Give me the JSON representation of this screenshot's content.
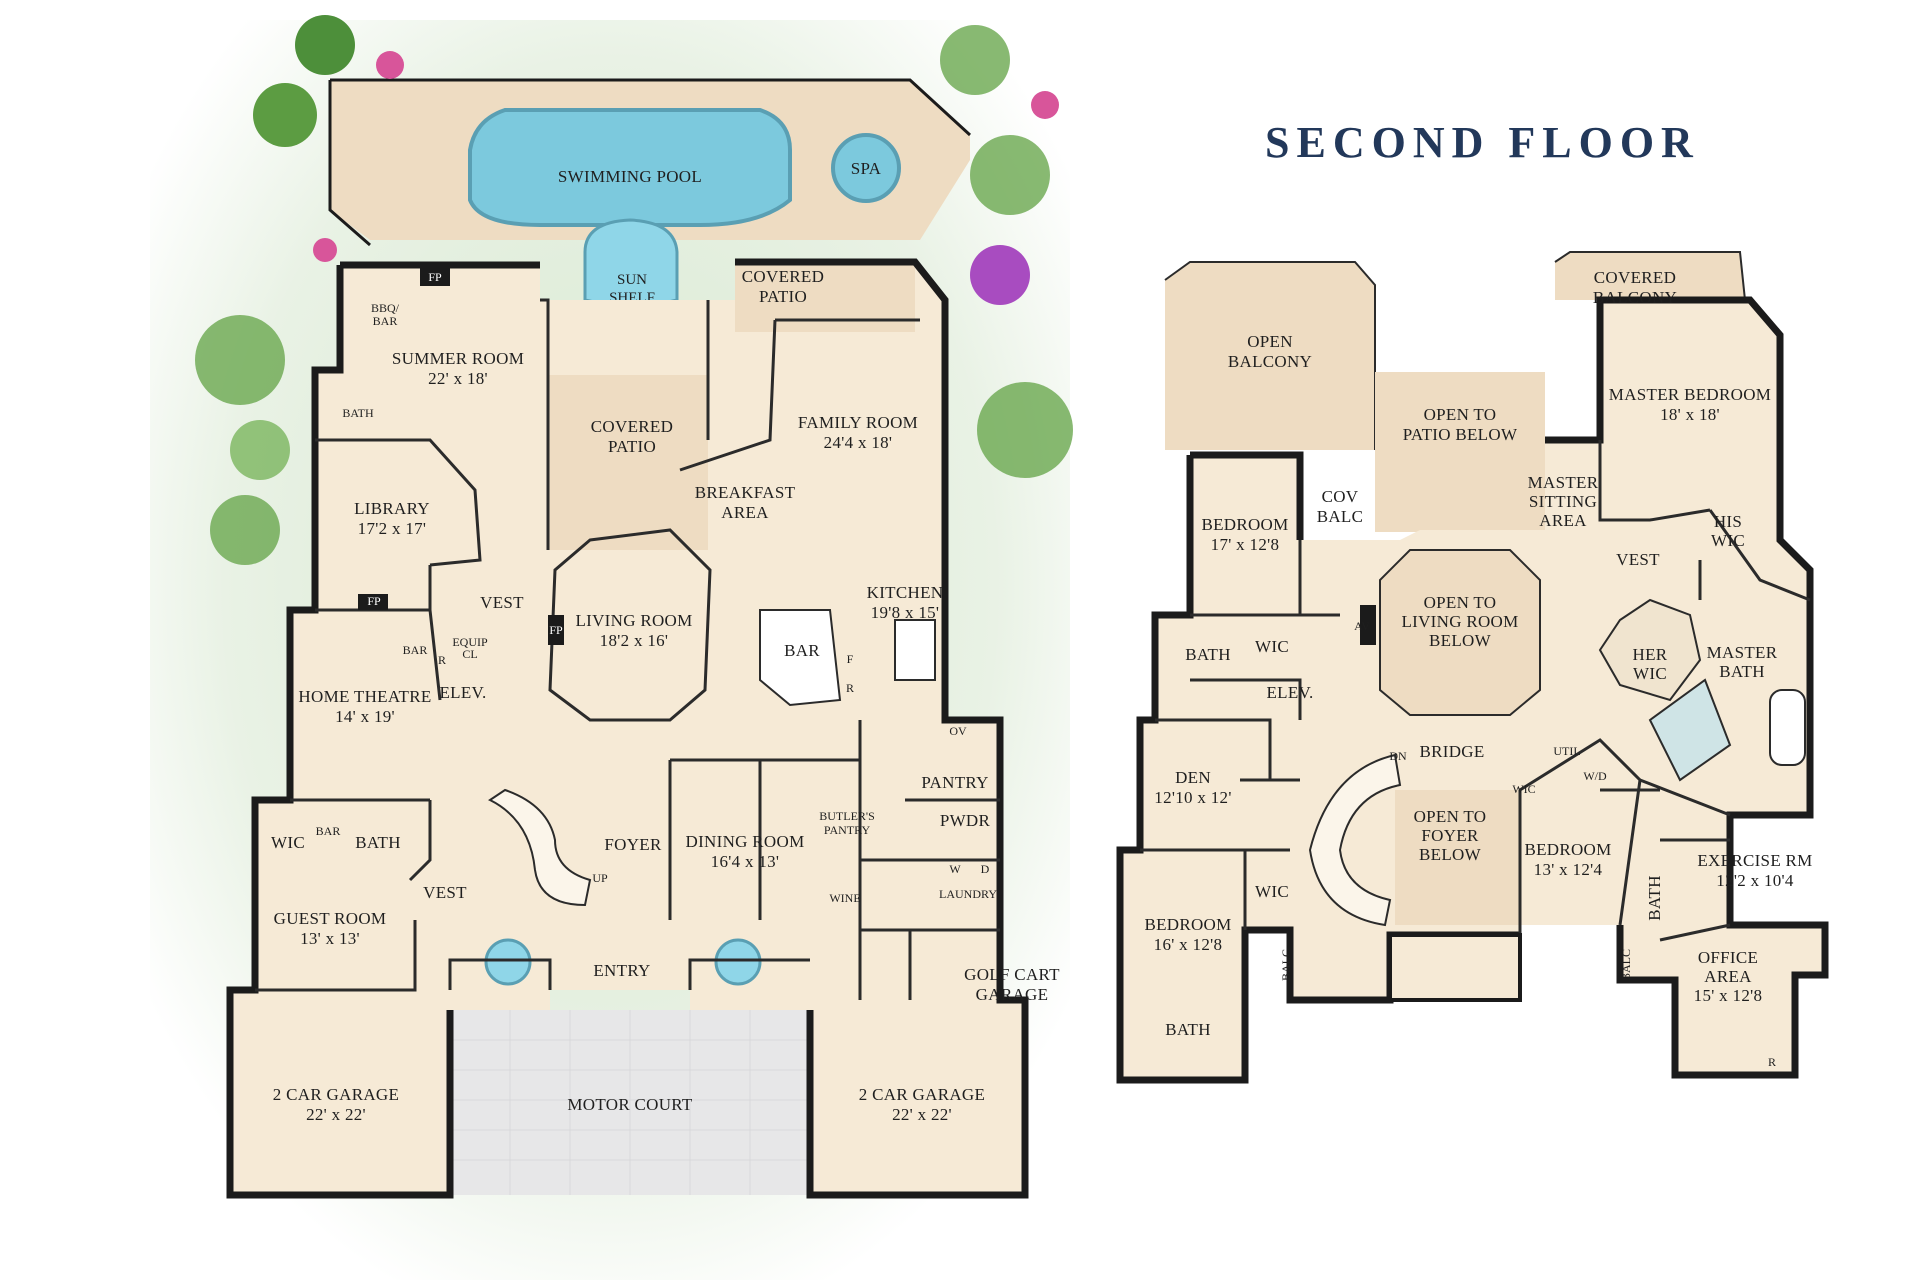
{
  "title": "SECOND FLOOR",
  "colors": {
    "floor": "#f6ead6",
    "patio": "#eedcc2",
    "pool": "#7cc9dd",
    "wall": "#1b1b1b",
    "lawn": "#cfe3c8",
    "title": "#22385a"
  },
  "first_floor": {
    "swimming_pool": "SWIMMING POOL",
    "spa": "SPA",
    "sun_shelf_1": "SUN",
    "sun_shelf_2": "SHELF",
    "fp": "FP",
    "bbq_1": "BBQ/",
    "bbq_2": "BAR",
    "summer_room": "SUMMER ROOM",
    "summer_room_dim": "22' x 18'",
    "bath": "BATH",
    "covered_patio_1": "COVERED",
    "covered_patio_2": "PATIO",
    "family_room": "FAMILY ROOM",
    "family_room_dim": "24'4 x 18'",
    "library": "LIBRARY",
    "library_dim": "17'2 x 17'",
    "breakfast_1": "BREAKFAST",
    "breakfast_2": "AREA",
    "vest": "VEST",
    "living_room": "LIVING ROOM",
    "living_room_dim": "18'2 x 16'",
    "kitchen": "KITCHEN",
    "kitchen_dim": "19'8 x 15'",
    "bar": "BAR",
    "equip_1": "EQUIP",
    "equip_2": "CL",
    "r": "R",
    "f": "F",
    "ov": "OV",
    "home_theatre": "HOME THEATRE",
    "home_theatre_dim": "14' x 19'",
    "elev": "ELEV.",
    "pantry": "PANTRY",
    "wic": "WIC",
    "foyer": "FOYER",
    "dining_room": "DINING ROOM",
    "dining_room_dim": "16'4 x 13'",
    "butlers_1": "BUTLER'S",
    "butlers_2": "PANTRY",
    "pwdr": "PWDR",
    "up": "UP",
    "wine": "WINE",
    "w": "W",
    "d": "D",
    "laundry": "LAUNDRY",
    "guest_room": "GUEST ROOM",
    "guest_room_dim": "13' x 13'",
    "entry": "ENTRY",
    "golf_cart_1": "GOLF CART",
    "golf_cart_2": "GARAGE",
    "garage": "2 CAR GARAGE",
    "garage_dim": "22' x 22'",
    "motor_court": "MOTOR COURT"
  },
  "second_floor": {
    "open_balcony_1": "OPEN",
    "open_balcony_2": "BALCONY",
    "covered_balcony_1": "COVERED",
    "covered_balcony_2": "BALCONY",
    "open_patio_1": "OPEN TO",
    "open_patio_2": "PATIO BELOW",
    "master_bedroom": "MASTER BEDROOM",
    "master_bedroom_dim": "18' x 18'",
    "bedroom": "BEDROOM",
    "bedroom_a_dim": "17' x 12'8",
    "cov_balc_1": "COV",
    "cov_balc_2": "BALC",
    "master_sitting_1": "MASTER",
    "master_sitting_2": "SITTING",
    "master_sitting_3": "AREA",
    "his_wic_1": "HIS",
    "his_wic_2": "WIC",
    "vest": "VEST",
    "open_living_1": "OPEN TO",
    "open_living_2": "LIVING ROOM",
    "open_living_3": "BELOW",
    "av": "AV",
    "bath": "BATH",
    "wic": "WIC",
    "elev": "ELEV.",
    "her_wic_1": "HER",
    "her_wic_2": "WIC",
    "master_bath_1": "MASTER",
    "master_bath_2": "BATH",
    "den": "DEN",
    "den_dim": "12'10 x 12'",
    "dn": "DN",
    "bridge": "BRIDGE",
    "util": "UTIL",
    "wd": "W/D",
    "open_foyer_1": "OPEN TO",
    "open_foyer_2": "FOYER",
    "open_foyer_3": "BELOW",
    "bedroom_b_dim": "13' x 12'4",
    "exercise": "EXERCISE RM",
    "exercise_dim": "12'2 x 10'4",
    "bedroom_c_dim": "16' x 12'8",
    "balc": "BALC",
    "office_1": "OFFICE",
    "office_2": "AREA",
    "office_dim": "15' x 12'8",
    "r": "R"
  }
}
